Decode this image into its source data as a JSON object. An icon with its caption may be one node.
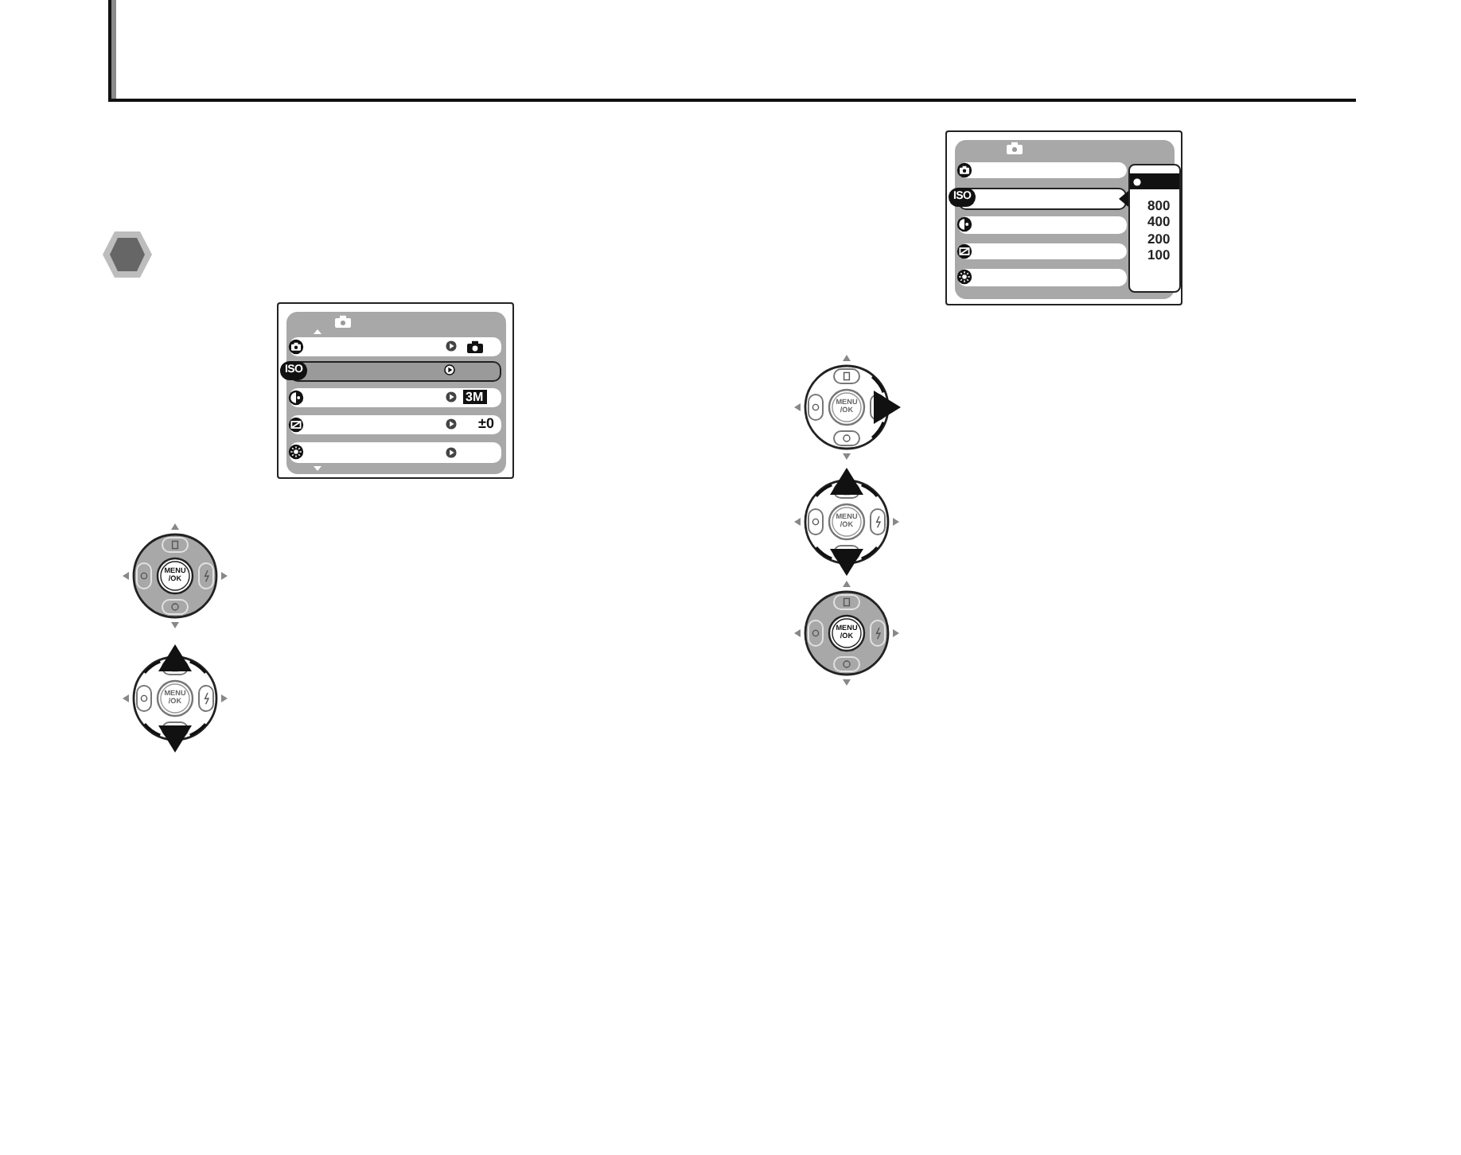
{
  "diagram": {
    "labels": [
      "ISO",
      "3M",
      "±0",
      "MENU /OK",
      "MENU /OK",
      "ISO",
      "800",
      "400",
      "200",
      "100",
      "MENU /OK",
      "MENU /OK",
      "MENU /OK"
    ]
  }
}
